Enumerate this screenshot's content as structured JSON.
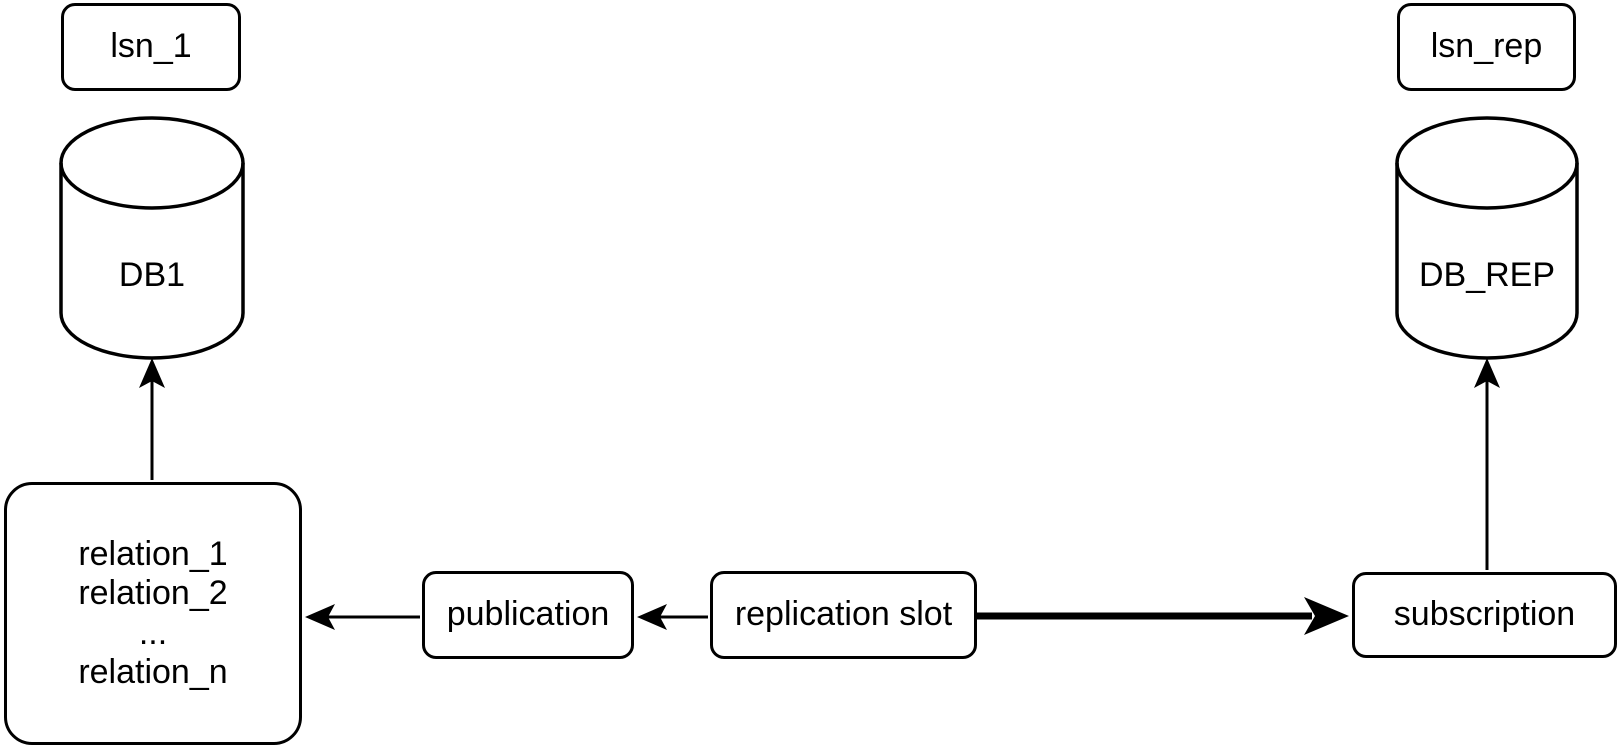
{
  "colors": {
    "stroke": "#000000",
    "fill": "#ffffff",
    "text": "#000000"
  },
  "nodes": {
    "lsn_source": {
      "label": "lsn_1"
    },
    "db_source": {
      "label": "DB1"
    },
    "relations": {
      "lines": [
        "relation_1",
        "relation_2",
        "...",
        "relation_n"
      ]
    },
    "publication": {
      "label": "publication"
    },
    "replication_slot": {
      "label": "replication slot"
    },
    "subscription": {
      "label": "subscription"
    },
    "db_replica": {
      "label": "DB_REP"
    },
    "lsn_replica": {
      "label": "lsn_rep"
    }
  },
  "edges": [
    {
      "from": "relations",
      "to": "db_source",
      "direction": "up",
      "weight": "normal"
    },
    {
      "from": "publication",
      "to": "relations",
      "direction": "left",
      "weight": "normal"
    },
    {
      "from": "replication_slot",
      "to": "publication",
      "direction": "left",
      "weight": "normal"
    },
    {
      "from": "replication_slot",
      "to": "subscription",
      "direction": "right",
      "weight": "thick"
    },
    {
      "from": "subscription",
      "to": "db_replica",
      "direction": "up",
      "weight": "normal"
    }
  ]
}
